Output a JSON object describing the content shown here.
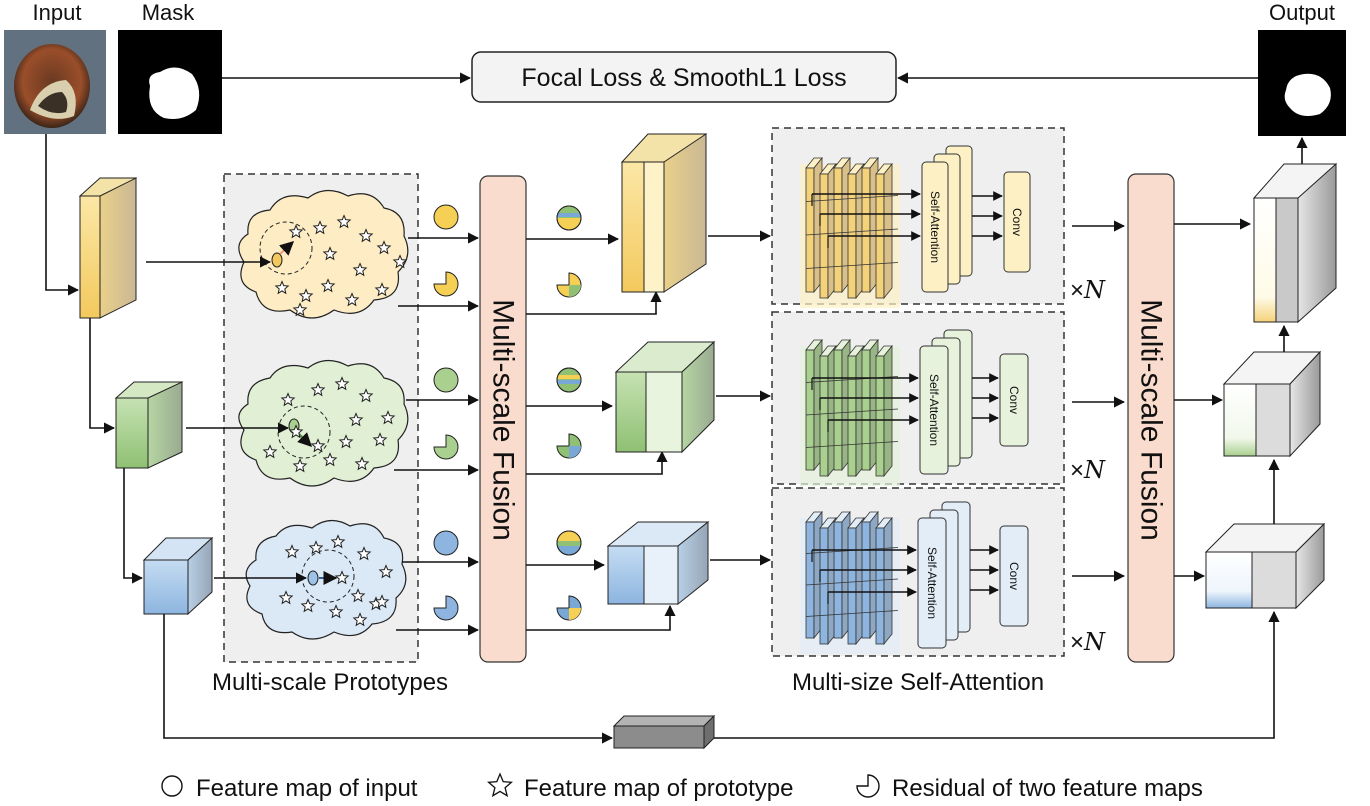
{
  "labels": {
    "input": "Input",
    "mask": "Mask",
    "output": "Output",
    "loss": "Focal Loss & SmoothL1 Loss",
    "fusion_left": "Multi-scale Fusion",
    "fusion_right": "Multi-scale Fusion",
    "prototypes": "Multi-scale Prototypes",
    "self_attention_section": "Multi-size Self-Attention",
    "self_attention_block": "Self-Attention",
    "conv": "Conv",
    "times": "×",
    "n": "N"
  },
  "legend": [
    {
      "symbol": "circle-icon",
      "text": "Feature map of input"
    },
    {
      "symbol": "star-icon",
      "text": "Feature map of prototype"
    },
    {
      "symbol": "residual-icon",
      "text": "Residual of two feature maps"
    }
  ],
  "colors": {
    "yellow": "#f7d98a",
    "green": "#a9d08e",
    "blue": "#9fc3e7",
    "fusion": "#f9dccd",
    "panel": "#efefef",
    "gray": "#8c8c8c"
  }
}
